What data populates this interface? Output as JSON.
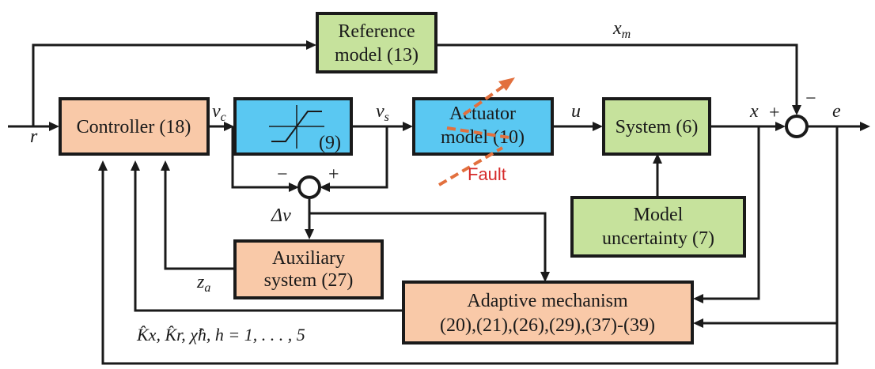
{
  "colors": {
    "orange": "#f9c9a8",
    "green": "#c6e29c",
    "blue": "#5ac8f2",
    "fault": "#e2703e",
    "fault_text": "#d62b2b",
    "line": "#1a1a1a"
  },
  "blocks": {
    "reference_l1": "Reference",
    "reference_l2": "model (13)",
    "controller": "Controller (18)",
    "saturation": "(9)",
    "actuator_l1": "Actuator",
    "actuator_l2": "model (10)",
    "system": "System (6)",
    "uncertainty_l1": "Model",
    "uncertainty_l2": "uncertainty (7)",
    "auxiliary_l1": "Auxiliary",
    "auxiliary_l2": "system (27)",
    "adaptive_l1": "Adaptive mechanism",
    "adaptive_l2": "(20),(21),(26),(29),(37)-(39)"
  },
  "signals": {
    "r": "r",
    "vc": "v",
    "vc_sub": "c",
    "vs": "v",
    "vs_sub": "s",
    "u": "u",
    "x": "x",
    "xm": "x",
    "xm_sub": "m",
    "e": "e",
    "delta_v": "Δv",
    "za": "z",
    "za_sub": "a",
    "gains": "K̂x, K̂r, χ̂h, h = 1, . . . , 5"
  },
  "signs": {
    "sum2_minus": "−",
    "sum2_plus": "+",
    "sum1_plus": "+",
    "sum1_minus": "−"
  },
  "fault_label": "Fault"
}
